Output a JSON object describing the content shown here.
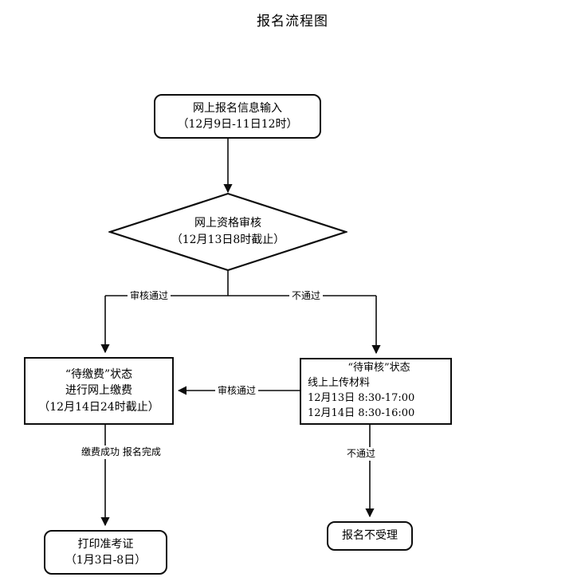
{
  "page": {
    "title": "报名流程图",
    "background_color": "#ffffff",
    "line_color": "#0d0d0d"
  },
  "chart_data": {
    "type": "diagram",
    "title": "报名流程图",
    "nodes": [
      {
        "id": "apply",
        "shape": "rounded-rectangle",
        "lines": [
          "网上报名信息输入",
          "（12月9日-11日12时）"
        ]
      },
      {
        "id": "review",
        "shape": "diamond",
        "lines": [
          "网上资格审核",
          "（12月13日8时截止）"
        ]
      },
      {
        "id": "pending-pay",
        "shape": "rectangle",
        "lines": [
          "“待缴费”状态",
          "进行网上缴费",
          "（12月14日24时截止）"
        ]
      },
      {
        "id": "pending-review",
        "shape": "rectangle",
        "lines": [
          "“待审核”状态",
          "线上上传材料",
          "12月13日  8:30-17:00",
          "12月14日  8:30-16:00"
        ]
      },
      {
        "id": "print-ticket",
        "shape": "rounded-rectangle",
        "lines": [
          "打印准考证",
          "（1月3日-8日）"
        ]
      },
      {
        "id": "rejected",
        "shape": "rounded-rectangle",
        "lines": [
          "报名不受理"
        ]
      }
    ],
    "edges": [
      {
        "from": "apply",
        "to": "review",
        "label": ""
      },
      {
        "from": "review",
        "to": "pending-pay",
        "label": "审核通过"
      },
      {
        "from": "review",
        "to": "pending-review",
        "label": "不通过"
      },
      {
        "from": "pending-review",
        "to": "pending-pay",
        "label": "审核通过"
      },
      {
        "from": "pending-pay",
        "to": "print-ticket",
        "label": "缴费成功\n报名完成"
      },
      {
        "from": "pending-review",
        "to": "rejected",
        "label": "不通过"
      }
    ]
  },
  "nodes": {
    "apply": {
      "line1": "网上报名信息输入",
      "line2": "（12月9日-11日12时）"
    },
    "review": {
      "line1": "网上资格审核",
      "line2": "（12月13日8时截止）"
    },
    "pending_pay": {
      "line1": "“待缴费”状态",
      "line2": "进行网上缴费",
      "line3": "（12月14日24时截止）"
    },
    "pending_review": {
      "line1": "“待审核”状态",
      "line2": "线上上传材料",
      "line3": "12月13日  8:30-17:00",
      "line4": "12月14日  8:30-16:00"
    },
    "print_ticket": {
      "line1": "打印准考证",
      "line2": "（1月3日-8日）"
    },
    "rejected": {
      "line1": "报名不受理"
    }
  },
  "labels": {
    "review_pass_left": "审核通过",
    "review_fail_right": "不通过",
    "review_pass_mid": "审核通过",
    "pay_success_1": "缴费成功",
    "pay_success_2": "报名完成",
    "review_fail_down": "不通过"
  }
}
